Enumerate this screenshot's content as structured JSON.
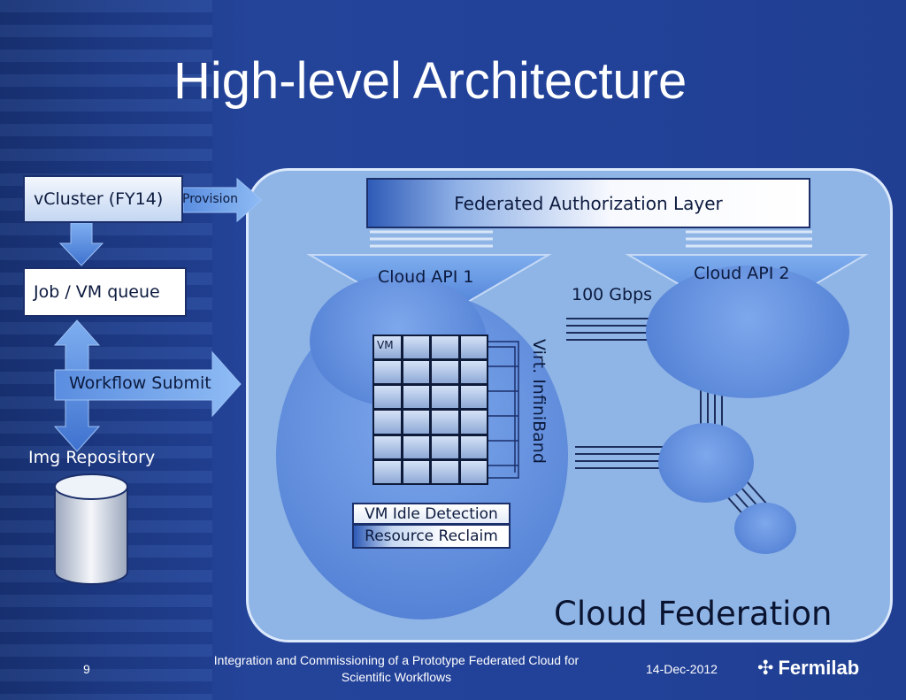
{
  "slide": {
    "title": "High-level Architecture",
    "page_number": "9",
    "footer_text_line1": "Integration and Commissioning of a Prototype Federated Cloud for",
    "footer_text_line2": "Scientific Workflows",
    "date": "14-Dec-2012",
    "logo_text": "Fermilab"
  },
  "left": {
    "vcluster": "vCluster (FY14)",
    "provision": "Provision",
    "job_queue": "Job / VM queue",
    "workflow_submit": "Workflow Submit",
    "img_repository": "Img Repository"
  },
  "federation": {
    "auth_layer": "Federated Authorization Layer",
    "cloud_api_1": "Cloud API 1",
    "cloud_api_2": "Cloud API 2",
    "bandwidth": "100 Gbps",
    "vm_label": "VM",
    "infiniband": "Virt. InfiniBand",
    "idle_detection": "VM Idle Detection",
    "resource_reclaim": "Resource Reclaim",
    "label": "Cloud Federation"
  },
  "colors": {
    "background": "#23418f",
    "panel": "#8fb5e6",
    "cloud": "#5b86d8",
    "box_fill": "#ffffff"
  }
}
